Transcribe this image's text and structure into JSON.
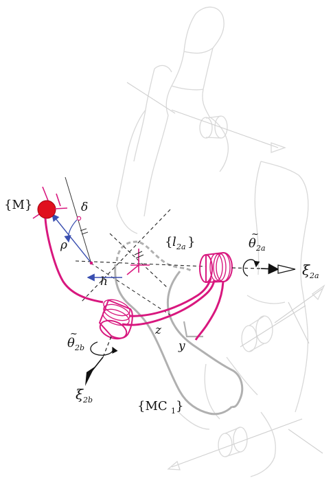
{
  "labels": {
    "frame_m": "{M}",
    "delta": "δ",
    "rho": "ρ",
    "h": "h",
    "frame_l2a_open": "{",
    "frame_l2a_l": "l",
    "frame_l2a_sub": "2a",
    "frame_l2a_close": "}",
    "theta2a": "θ",
    "theta2a_tilde": "~",
    "theta2a_sub": "2a",
    "xi2a": "ξ",
    "xi2a_sub": "2a",
    "theta2b": "θ",
    "theta2b_tilde": "~",
    "theta2b_sub": "2b",
    "xi2b": "ξ",
    "xi2b_sub": "2b",
    "z": "z",
    "y": "y",
    "frame_mc_open": "{MC",
    "frame_mc_sub": "1",
    "frame_mc_close": "}"
  },
  "colors": {
    "accent_magenta": "#d8177e",
    "marker_red": "#e0101e",
    "vector_blue": "#3a4fb0",
    "bone_gray": "#b0b0b0",
    "ghost_gray": "#d8d8d8"
  }
}
